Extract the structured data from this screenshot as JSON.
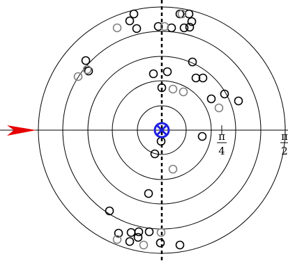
{
  "labels": {
    "tick_pi_over_4": {
      "numerator": "π",
      "denominator": "4"
    },
    "tick_pi_over_2": {
      "numerator": "π",
      "denominator": "2"
    }
  },
  "colors": {
    "ring": "#000000",
    "axis": "#000000",
    "point_dark": "#000000",
    "point_light": "#808080",
    "center_marker": "#1f1fe0",
    "arrow": "#e60000"
  },
  "icons": {
    "center_marker": "target-cross-icon",
    "arrow": "arrow-right-icon"
  }
}
